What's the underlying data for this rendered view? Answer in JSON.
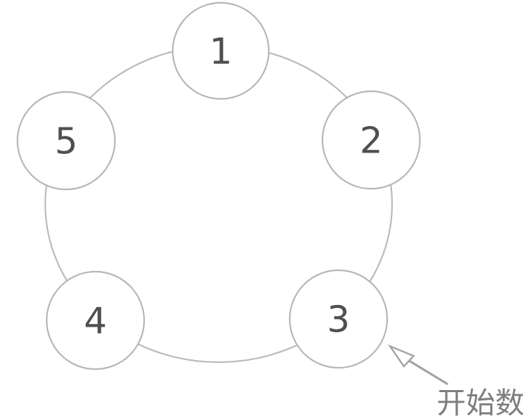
{
  "diagram": {
    "description": "counting-circle",
    "nodes": [
      {
        "id": "1",
        "label": "1"
      },
      {
        "id": "2",
        "label": "2"
      },
      {
        "id": "3",
        "label": "3"
      },
      {
        "id": "4",
        "label": "4"
      },
      {
        "id": "5",
        "label": "5"
      }
    ],
    "annotation": {
      "label": "开始数",
      "points_to_node": "3"
    },
    "colors": {
      "ring_stroke": "#bababa",
      "node_stroke": "#b6b6b6",
      "node_fill": "#ffffff",
      "number_color": "#4f4f4f",
      "annotation_color": "#7e7e7e",
      "arrow_color": "#a3a3a3",
      "background": "#ffffff"
    }
  }
}
